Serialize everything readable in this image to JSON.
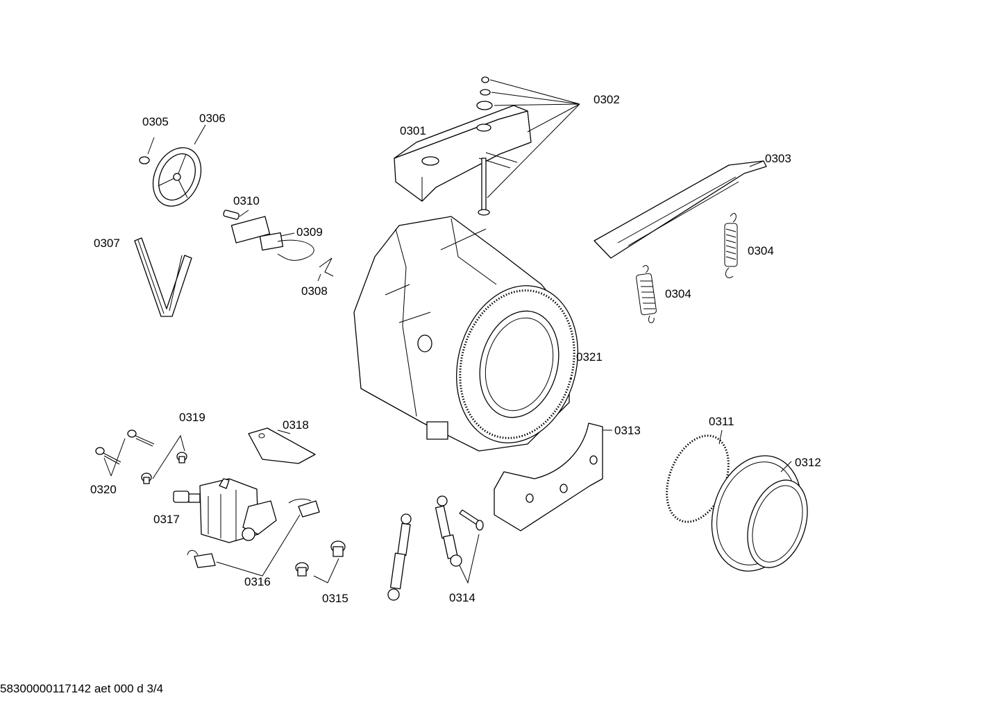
{
  "labels": {
    "p0301": "0301",
    "p0302": "0302",
    "p0303": "0303",
    "p0304a": "0304",
    "p0304b": "0304",
    "p0305": "0305",
    "p0306": "0306",
    "p0307": "0307",
    "p0308": "0308",
    "p0309": "0309",
    "p0310": "0310",
    "p0311": "0311",
    "p0312": "0312",
    "p0313": "0313",
    "p0314": "0314",
    "p0315": "0315",
    "p0316": "0316",
    "p0317": "0317",
    "p0318": "0318",
    "p0319": "0319",
    "p0320": "0320",
    "p0321": "0321"
  },
  "footer": "58300000117142 aet 000 d 3/4"
}
